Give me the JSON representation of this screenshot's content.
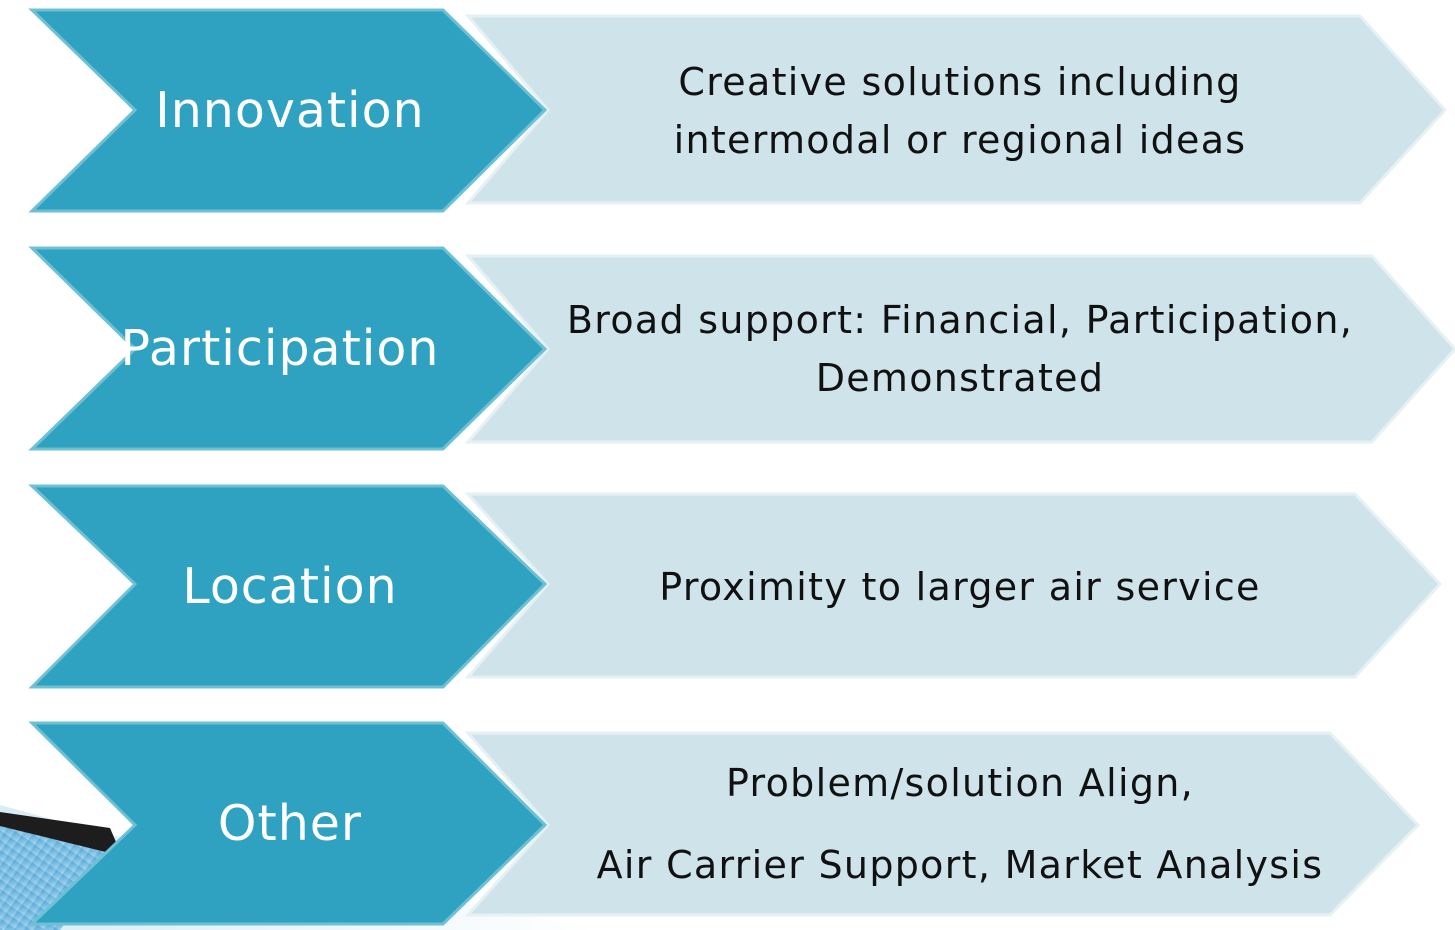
{
  "colors": {
    "chevron_fill": "#2ea2c0",
    "chevron_edge": "#5fb7cf",
    "panel_fill": "#cfe3ea",
    "panel_edge": "#e3eff3",
    "text_dark": "#111111",
    "text_light": "#ffffff"
  },
  "rows": [
    {
      "category": "Innovation",
      "description": [
        "Creative solutions including",
        "intermodal or regional ideas"
      ]
    },
    {
      "category": "Participation",
      "description": [
        "Broad support: Financial, Participation,",
        "Demonstrated"
      ]
    },
    {
      "category": "Location",
      "description": [
        "Proximity to larger air service"
      ]
    },
    {
      "category": "Other",
      "description": [
        "Problem/solution Align,",
        "Air Carrier Support, Market Analysis"
      ]
    }
  ]
}
